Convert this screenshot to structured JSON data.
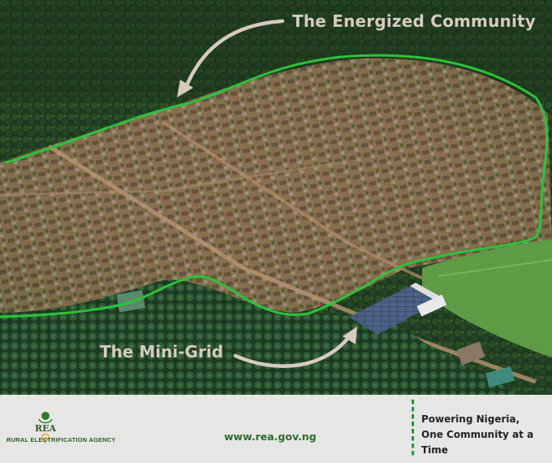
{
  "photo": {
    "annotation_top": "The Energized Community",
    "annotation_bottom": "The Mini-Grid",
    "boundary_color": "#2ec23b",
    "arrow_color": "#d6cbbd"
  },
  "footer": {
    "logo_text": "REA",
    "agency_name": "RURAL ELECTRIFICATION AGENCY",
    "website": "www.rea.gov.ng",
    "slogan_line1": "Powering Nigeria,",
    "slogan_line2": "One Community at a Time",
    "accent_color": "#1d9b3a"
  }
}
